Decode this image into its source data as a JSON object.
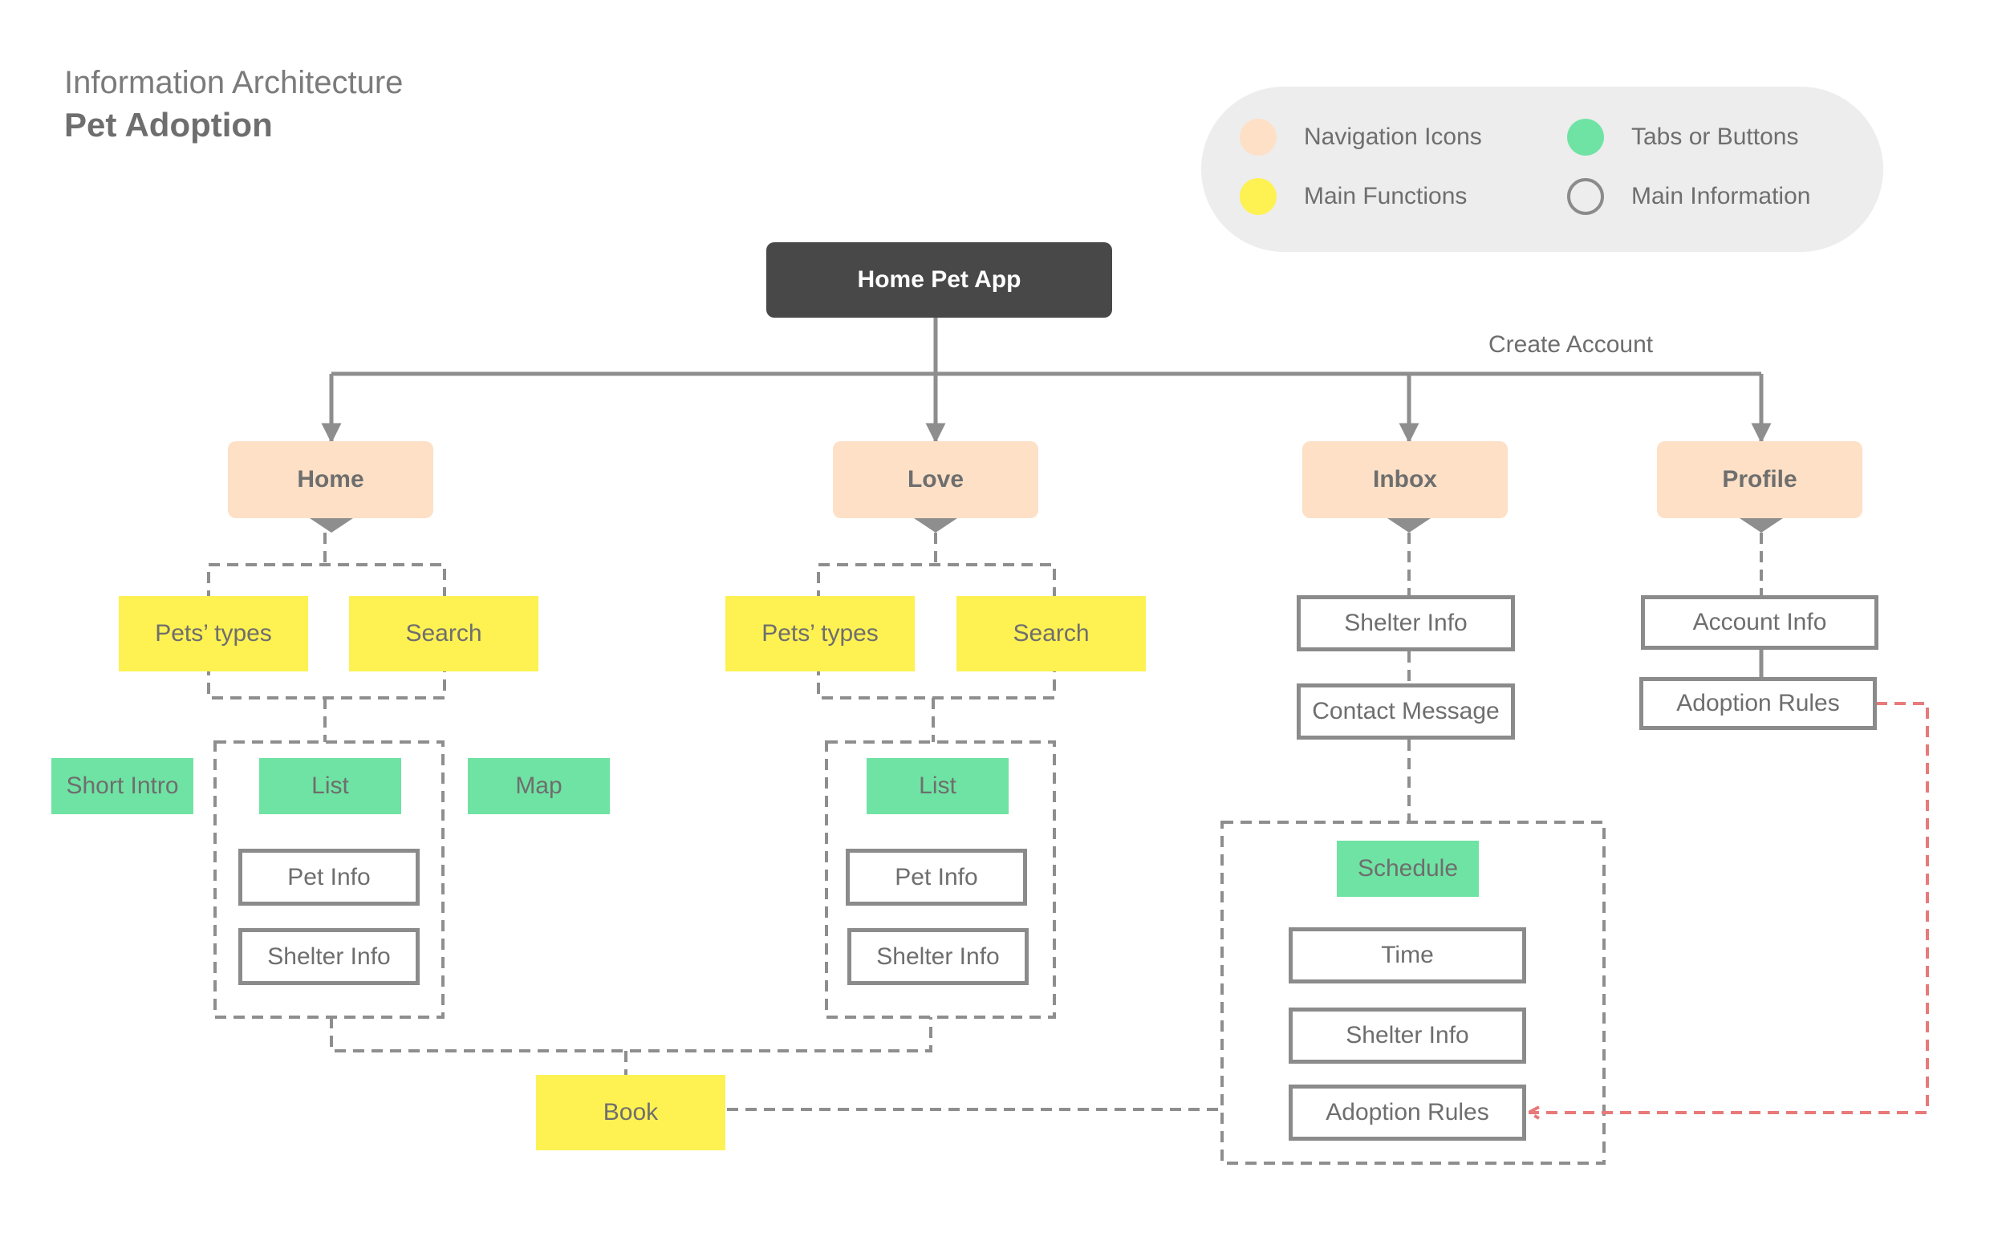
{
  "header": {
    "subtitle": "Information Architecture",
    "title": "Pet Adoption"
  },
  "legend": {
    "items": [
      {
        "label": "Navigation Icons",
        "color": "#fde0c6",
        "kind": "filled"
      },
      {
        "label": "Tabs or Buttons",
        "color": "#6fe3a3",
        "kind": "filled"
      },
      {
        "label": "Main Functions",
        "color": "#fef152",
        "kind": "filled"
      },
      {
        "label": "Main Information",
        "color": "#8b8b8b",
        "kind": "outline"
      }
    ]
  },
  "colors": {
    "navigation": "#fde0c6",
    "function": "#fef152",
    "tab": "#6fe3a3",
    "info_border": "#8b8b8b",
    "root": "#484848",
    "connector": "#8e8e8e",
    "highlight_connector": "#e87a7a"
  },
  "diagram": {
    "root": "Home Pet App",
    "edge_label": "Create Account",
    "home": {
      "label": "Home",
      "functions": [
        "Pets’ types",
        "Search"
      ],
      "tabs": [
        "Short Intro",
        "List",
        "Map"
      ],
      "info": [
        "Pet Info",
        "Shelter Info"
      ]
    },
    "love": {
      "label": "Love",
      "functions": [
        "Pets’ types",
        "Search"
      ],
      "tabs": [
        "List"
      ],
      "info": [
        "Pet Info",
        "Shelter Info"
      ]
    },
    "inbox": {
      "label": "Inbox",
      "info": [
        "Shelter Info",
        "Contact Message"
      ],
      "schedule": {
        "tab": "Schedule",
        "info": [
          "Time",
          "Shelter Info",
          "Adoption Rules"
        ]
      }
    },
    "profile": {
      "label": "Profile",
      "info": [
        "Account Info",
        "Adoption Rules"
      ]
    },
    "book": "Book"
  }
}
